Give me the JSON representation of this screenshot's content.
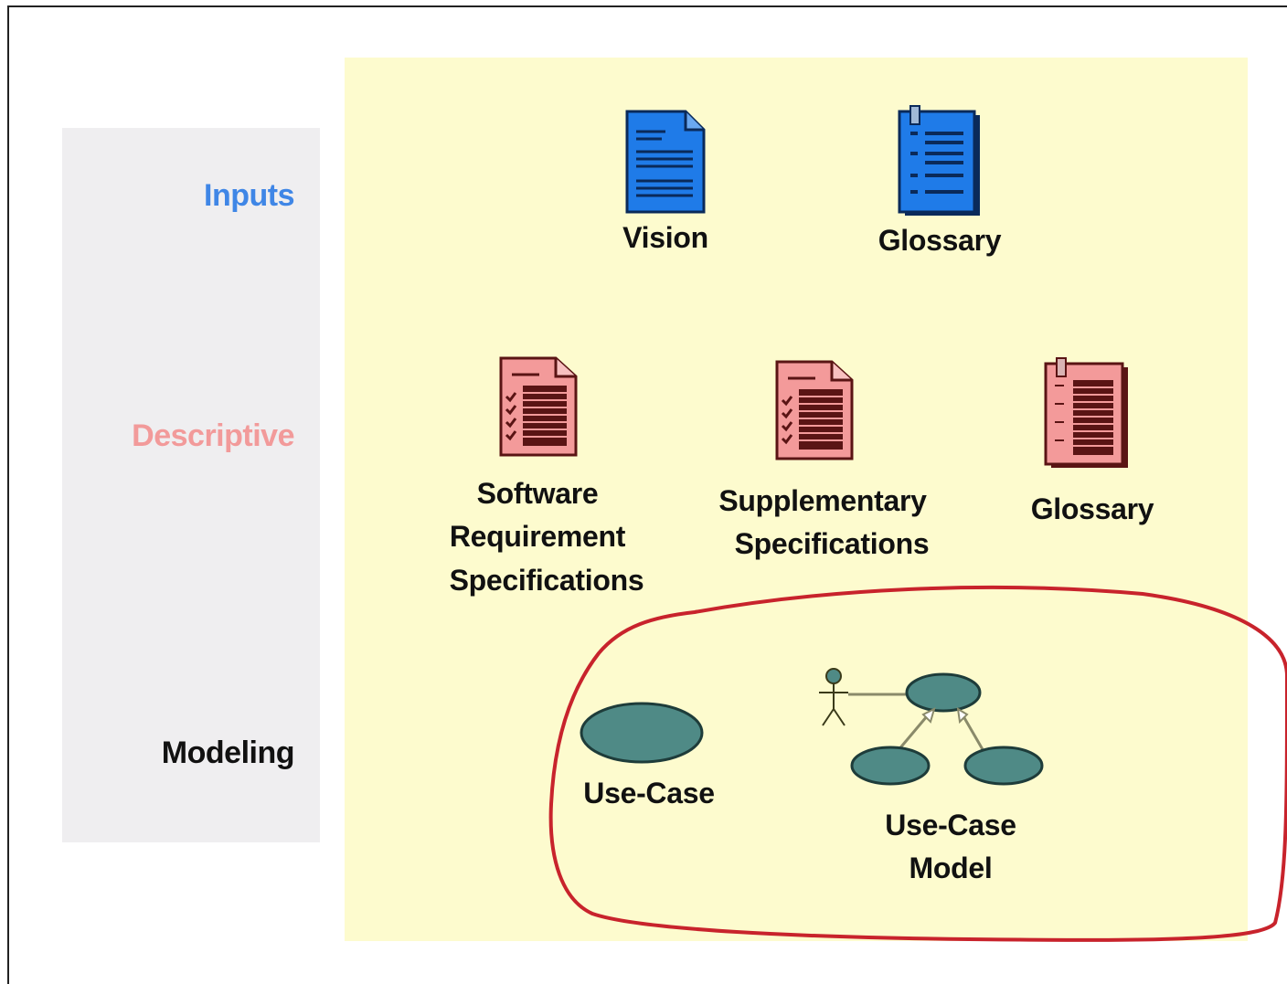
{
  "categories": {
    "inputs": "Inputs",
    "descriptive": "Descriptive",
    "modeling": "Modeling"
  },
  "artifacts": {
    "vision": "Vision",
    "glossary_input": "Glossary",
    "srs_line1": "Software",
    "srs_line2": "Requirement",
    "srs_line3": "Specifications",
    "supp_line1": "Supplementary",
    "supp_line2": "Specifications",
    "glossary_descriptive": "Glossary",
    "use_case": "Use-Case",
    "use_case_model_line1": "Use-Case",
    "use_case_model_line2": "Model"
  },
  "colors": {
    "inputs": "#3f86e6",
    "descriptive": "#f29a9a",
    "modeling": "#111111",
    "blue_doc": "#1f7be8",
    "pink_doc": "#f39a9a",
    "ellipse": "#4f8a86",
    "highlight": "#c8232c",
    "yellow_panel": "#fdfbce",
    "left_panel": "#efeef0"
  },
  "icons": {
    "vision": "document-icon",
    "glossary_input": "bound-document-icon",
    "srs": "checklist-document-icon",
    "supplementary": "checklist-document-icon",
    "glossary_descriptive": "bound-document-icon",
    "use_case": "ellipse-icon",
    "use_case_model": "use-case-diagram-icon"
  }
}
